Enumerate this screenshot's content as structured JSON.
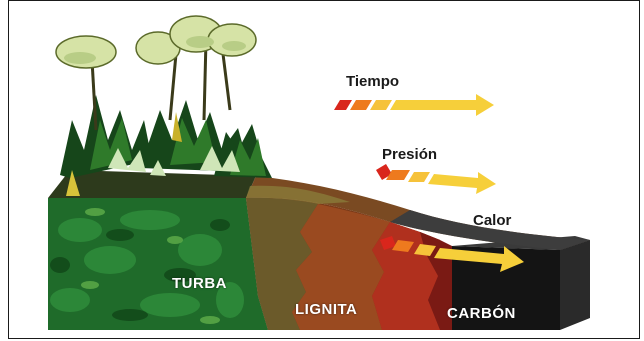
{
  "diagram": {
    "factors": {
      "time": "Tiempo",
      "pressure": "Presión",
      "heat": "Calor"
    },
    "stages": {
      "peat": "TURBA",
      "lignite": "LIGNITA",
      "coal": "CARBÓN"
    }
  }
}
